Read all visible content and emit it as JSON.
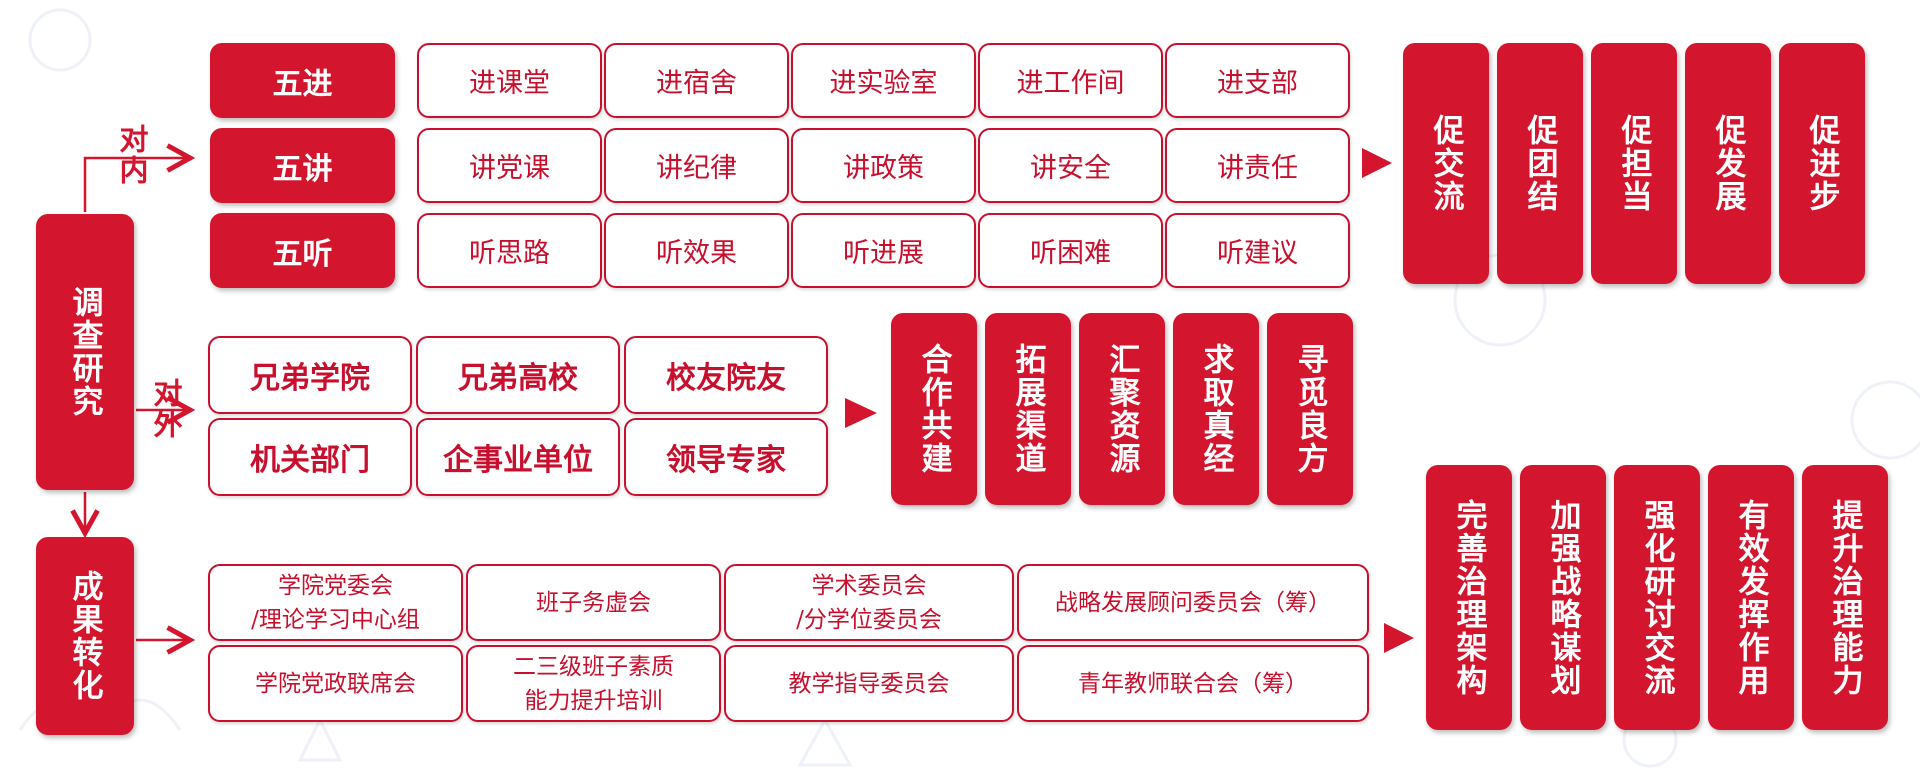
{
  "diagram": {
    "root": "调查研究",
    "internal_label": "对内",
    "external_label": "对外",
    "results_label": "成果转化",
    "internal_rows": [
      {
        "label": "五进",
        "items": [
          "进课堂",
          "进宿舍",
          "进实验室",
          "进工作间",
          "进支部"
        ]
      },
      {
        "label": "五讲",
        "items": [
          "讲党课",
          "讲纪律",
          "讲政策",
          "讲安全",
          "讲责任"
        ]
      },
      {
        "label": "五听",
        "items": [
          "听思路",
          "听效果",
          "听进展",
          "听困难",
          "听建议"
        ]
      }
    ],
    "internal_outcomes": [
      "促交流",
      "促团结",
      "促担当",
      "促发展",
      "促进步"
    ],
    "external_items": [
      "兄弟学院",
      "兄弟高校",
      "校友院友",
      "机关部门",
      "企事业单位",
      "领导专家"
    ],
    "external_outcomes": [
      "合作共建",
      "拓展渠道",
      "汇聚资源",
      "求取真经",
      "寻觅良方"
    ],
    "results_items": [
      {
        "line1": "学院党委会",
        "line2": "/理论学习中心组"
      },
      {
        "line1": "班子务虚会",
        "line2": ""
      },
      {
        "line1": "学术委员会",
        "line2": "/分学位委员会"
      },
      {
        "line1": "战略发展顾问委员会（筹）",
        "line2": ""
      },
      {
        "line1": "学院党政联席会",
        "line2": ""
      },
      {
        "line1": "二三级班子素质",
        "line2": "能力提升培训"
      },
      {
        "line1": "教学指导委员会",
        "line2": ""
      },
      {
        "line1": "青年教师联合会（筹）",
        "line2": ""
      }
    ],
    "results_outcomes": [
      "完善治理架构",
      "加强战略谋划",
      "强化研讨交流",
      "有效发挥作用",
      "提升治理能力"
    ]
  },
  "colors": {
    "accent": "#d4152e",
    "background": "#ffffff",
    "pattern": "#eef1f7"
  }
}
